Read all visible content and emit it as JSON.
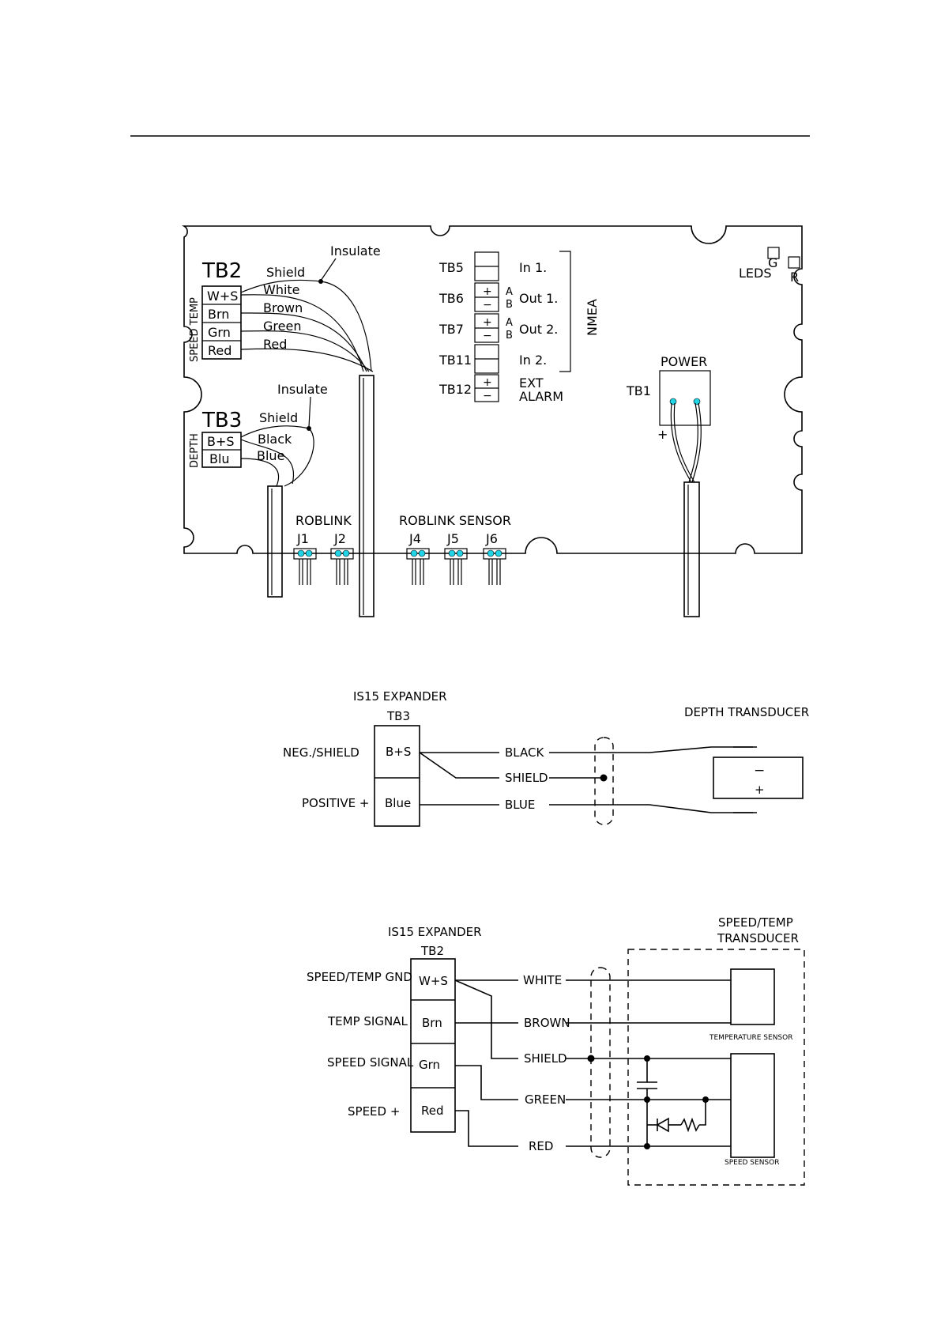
{
  "board": {
    "tb2": {
      "title": "TB2",
      "group_label": "SPEED TEMP",
      "pins": [
        "W+S",
        "Brn",
        "Grn",
        "Red"
      ],
      "wires": [
        "Shield",
        "White",
        "Brown",
        "Green",
        "Red"
      ],
      "insulate": "Insulate"
    },
    "tb3": {
      "title": "TB3",
      "group_label": "DEPTH",
      "pins": [
        "B+S",
        "Blu"
      ],
      "wires": [
        "Shield",
        "Black",
        "Blue"
      ],
      "insulate": "Insulate"
    },
    "terminals": {
      "tb5": "TB5",
      "tb6": "TB6",
      "tb7": "TB7",
      "tb11": "TB11",
      "tb12": "TB12",
      "in1": "In 1.",
      "out1": "Out 1.",
      "out2": "Out 2.",
      "in2": "In 2.",
      "ext": "EXT",
      "alarm": "ALARM",
      "nmea": "NMEA",
      "a": "A",
      "b": "B",
      "plus": "+",
      "minus": "−"
    },
    "leds": {
      "label": "LEDS",
      "g": "G",
      "r": "R"
    },
    "power": {
      "title": "POWER",
      "tb1": "TB1",
      "plus": "+"
    },
    "jumpers": {
      "roblink": "ROBLINK",
      "roblink_sensor": "ROBLINK SENSOR",
      "labels": [
        "J1",
        "J2",
        "J4",
        "J5",
        "J6"
      ]
    }
  },
  "depth_diagram": {
    "expander": "IS15 EXPANDER",
    "block": "TB3",
    "pins": [
      "B+S",
      "Blue"
    ],
    "left_labels": [
      "NEG./SHIELD",
      "POSITIVE +"
    ],
    "wires": [
      "BLACK",
      "SHIELD",
      "BLUE"
    ],
    "transducer": "DEPTH TRANSDUCER",
    "minus": "−",
    "plus": "+"
  },
  "speed_diagram": {
    "expander": "IS15 EXPANDER",
    "block": "TB2",
    "pins": [
      "W+S",
      "Brn",
      "Grn",
      "Red"
    ],
    "left_labels": [
      "SPEED/TEMP GND",
      "TEMP SIGNAL",
      "SPEED SIGNAL",
      "SPEED +"
    ],
    "wires": [
      "WHITE",
      "BROWN",
      "SHIELD",
      "GREEN",
      "RED"
    ],
    "transducer_line1": "SPEED/TEMP",
    "transducer_line2": "TRANSDUCER",
    "temp_sensor": "TEMPERATURE SENSOR",
    "speed_sensor": "SPEED SENSOR"
  },
  "colors": {
    "pin_accent": "#21d4e6",
    "line": "#000000"
  }
}
